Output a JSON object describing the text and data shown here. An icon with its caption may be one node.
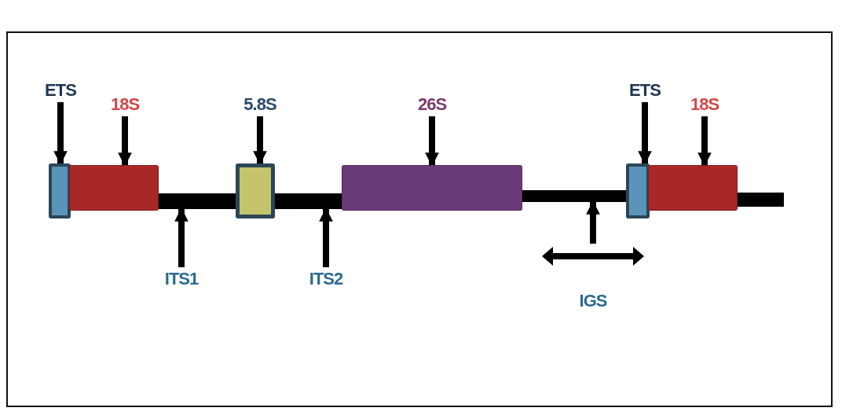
{
  "diagram": {
    "nodes": [
      {
        "text": [],
        "shape": "box"
      },
      {
        "text": [],
        "shape": "box"
      },
      {
        "text": [],
        "shape": "bar"
      },
      {
        "text": [],
        "shape": "box"
      },
      {
        "text": [],
        "shape": "bar"
      },
      {
        "text": [],
        "shape": "box"
      },
      {
        "text": [],
        "shape": "bar"
      },
      {
        "text": [],
        "shape": "box"
      },
      {
        "text": [],
        "shape": "box"
      },
      {
        "text": [],
        "shape": "bar"
      },
      {
        "text": [
          "ETS"
        ]
      },
      {
        "text": [
          "18S"
        ]
      },
      {
        "text": [
          "5.8S"
        ]
      },
      {
        "text": [
          "26S"
        ]
      },
      {
        "text": [
          "ETS"
        ]
      },
      {
        "text": [
          "18S"
        ]
      },
      {
        "text": [
          "ITS1"
        ]
      },
      {
        "text": [
          "ITS2"
        ]
      },
      {
        "text": [
          "IGS"
        ]
      }
    ],
    "edges": [
      {
        "from": 10,
        "to": 0,
        "arrow": "to"
      },
      {
        "from": 11,
        "to": 1,
        "arrow": "to"
      },
      {
        "from": 12,
        "to": 3,
        "arrow": "to"
      },
      {
        "from": 13,
        "to": 5,
        "arrow": "to"
      },
      {
        "from": 14,
        "to": 7,
        "arrow": "to"
      },
      {
        "from": 15,
        "to": 8,
        "arrow": "to"
      },
      {
        "from": 16,
        "to": 2,
        "arrow": "to"
      },
      {
        "from": 17,
        "to": 4,
        "arrow": "to"
      },
      {
        "from": 18,
        "to": 6,
        "arrow": "to"
      }
    ]
  }
}
